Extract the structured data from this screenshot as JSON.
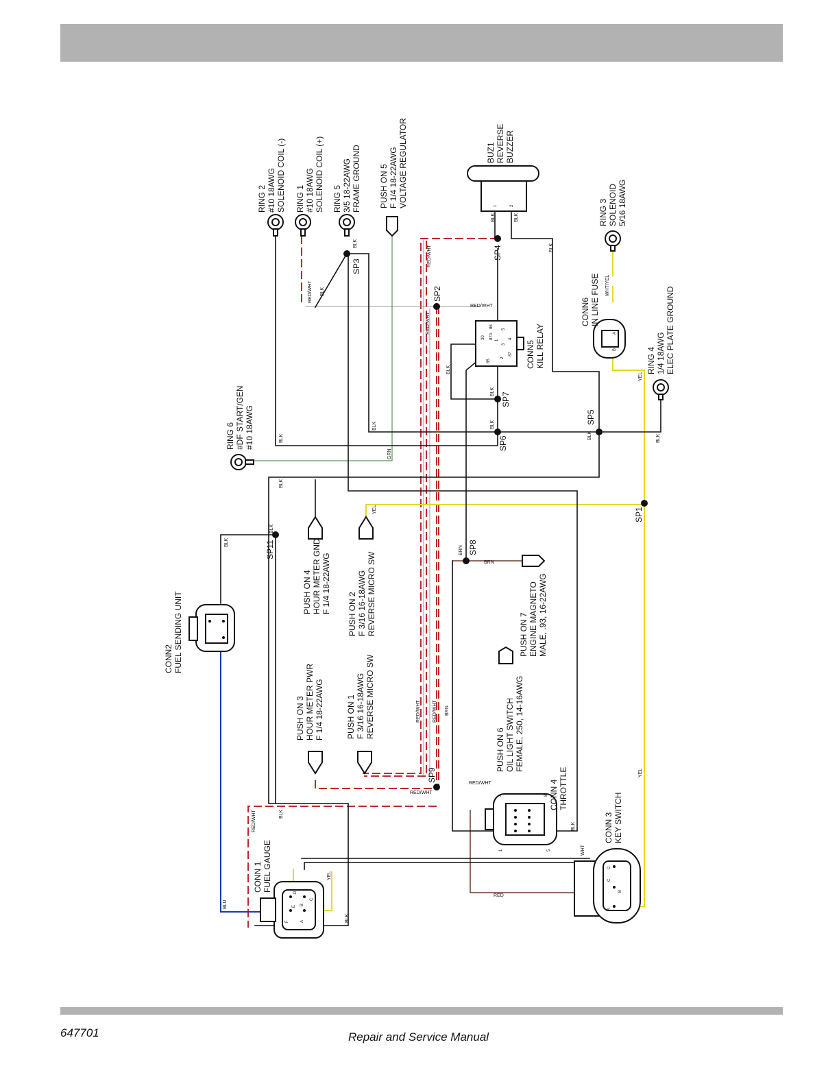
{
  "footer": {
    "doc_number": "647701",
    "manual_title": "Repair and Service Manual"
  },
  "colors": {
    "black": "#111111",
    "red": "#c0282d",
    "yellow": "#e8d820",
    "blue": "#1a3aa8",
    "brown": "#6b3a2a",
    "green": "#3a7a3a",
    "header_gray": "#b2b2b2"
  },
  "components": {
    "ring2": [
      "RING 2",
      "#10 18AWG",
      "SOLENOID COIL (-)"
    ],
    "ring1": [
      "RING 1",
      "#10 18AWG",
      "SOLENOID COIL (+)"
    ],
    "ring5": [
      "RING 5",
      "3/5 18-22AWG",
      "FRAME GROUND"
    ],
    "push5": [
      "PUSH ON 5",
      "F 1/4 18-22AWG",
      "VOLTAGE REGULATOR"
    ],
    "buz1": [
      "BUZ1",
      "REVERSE",
      "BUZZER"
    ],
    "ring3": [
      "RING 3",
      "SOLENOID",
      "5/16 18AWG"
    ],
    "conn6": [
      "CONN6",
      "IN LINE FUSE"
    ],
    "ring4": [
      "RING 4",
      "1/4 18AWG",
      "ELEC PLATE GROUND"
    ],
    "conn5": [
      "CONN5",
      "KILL RELAY"
    ],
    "ring6": [
      "RING 6",
      "#DF START/GEN",
      "#10 18AWG"
    ],
    "conn2": [
      "CONN2",
      "FUEL SENDING UNIT"
    ],
    "push4": [
      "PUSH ON 4",
      "HOUR METER GND",
      "F 1/4 18-22AWG"
    ],
    "push2": [
      "PUSH ON 2",
      "F 3/16 16-18AWG",
      "REVERSE MICRO SW"
    ],
    "push7": [
      "PUSH ON 7",
      "ENGINE MAGNETO",
      "MALE, .93, 16-22AWG"
    ],
    "push3": [
      "PUSH ON 3",
      "HOUR METER PWR",
      "F 1/4 18-22AWG"
    ],
    "push1": [
      "PUSH ON 1",
      "F 3/16 16-18AWG",
      "REVERSE MICRO SW"
    ],
    "push6": [
      "PUSH ON 6",
      "OIL LIGHT SWITCH",
      "FEMALE, 250, 14-16AWG"
    ],
    "conn4": [
      "CONN 4",
      "THROTTLE"
    ],
    "conn3": [
      "CONN 3",
      "KEY SWITCH"
    ],
    "conn1": [
      "CONN 1",
      "FUEL GAUGE"
    ]
  },
  "splices": [
    "SP1",
    "SP2",
    "SP3",
    "SP4",
    "SP5",
    "SP6",
    "SP7",
    "SP8",
    "SP9",
    "SP11"
  ],
  "wire_labels": {
    "blk": "BLK",
    "redwht": "RED/WHT",
    "yel": "YEL",
    "brn": "BRN",
    "grn": "GRN",
    "blu": "BLU",
    "red": "RED",
    "wht": "WHT",
    "whtyel": "WHT/YEL"
  },
  "pins": {
    "relay": [
      "30",
      "87A",
      "86",
      "85",
      "87",
      "1",
      "3",
      "5",
      "2",
      "4"
    ],
    "buzzer": [
      "1",
      "2"
    ],
    "fuse": [
      "A",
      "B"
    ],
    "throttle": [
      "4",
      "8",
      "1",
      "5"
    ],
    "key": [
      "A",
      "B",
      "C",
      "D"
    ],
    "gauge": [
      "A",
      "B",
      "C",
      "D",
      "E",
      "F"
    ]
  }
}
